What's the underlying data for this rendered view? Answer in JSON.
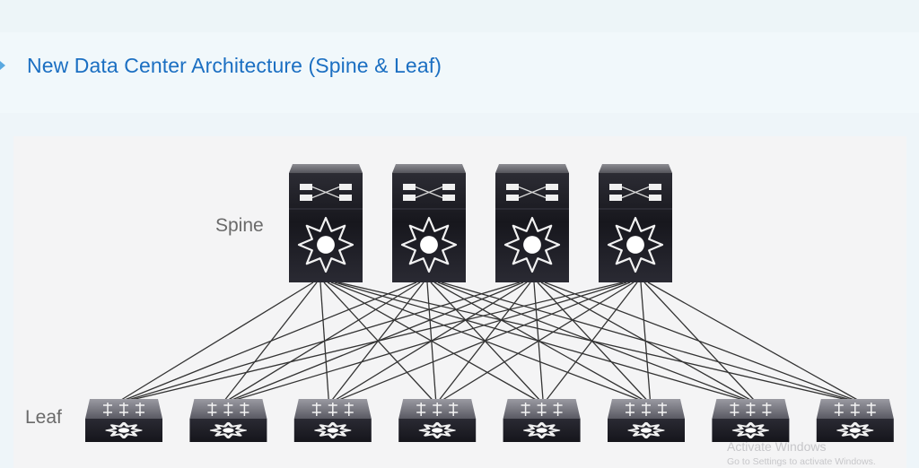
{
  "slide": {
    "title": "New Data Center Architecture (Spine & Leaf)",
    "bullet_icon": "arrow-bullet-icon",
    "colors": {
      "title": "#1b6fc2",
      "bullet": "#5aa9e0",
      "device_dark": "#1e1e26",
      "link": "#333333"
    }
  },
  "diagram": {
    "spine_label": "Spine",
    "leaf_label": "Leaf",
    "spine_count": 4,
    "leaf_count": 8,
    "spine_icon": "nexus-spine-switch-icon",
    "leaf_icon": "nexus-leaf-switch-icon",
    "topology": "full-mesh: every spine connects to every leaf"
  },
  "watermark": {
    "line1": "Activate Windows",
    "line2": "Go to Settings to activate Windows."
  }
}
